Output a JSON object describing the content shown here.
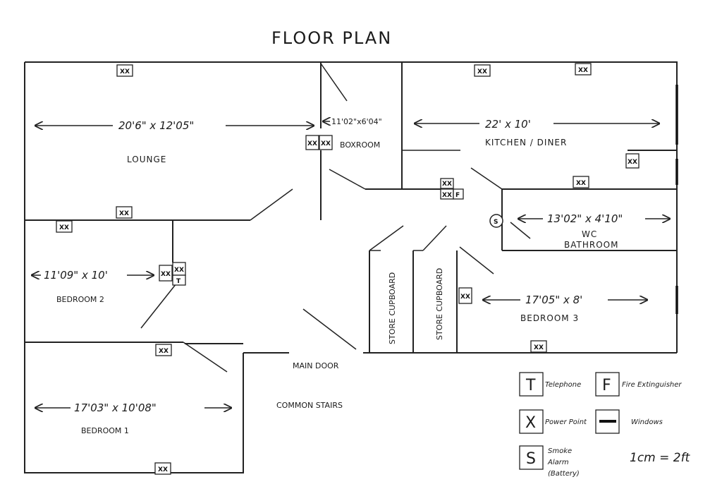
{
  "title": "FLOOR PLAN",
  "rooms": {
    "lounge": {
      "name": "LOUNGE",
      "dims": "20'6\" x 12'05\""
    },
    "boxroom": {
      "name": "BOXROOM",
      "dims": "11'02\"x6'04\""
    },
    "kitchen": {
      "name": "KITCHEN / DINER",
      "dims": "22' x 10'"
    },
    "wc": {
      "name": "WC",
      "name2": "BATHROOM",
      "dims": "13'02\" x 4'10\""
    },
    "bedroom2": {
      "name": "BEDROOM 2",
      "dims": "11'09\" x 10'"
    },
    "bedroom3": {
      "name": "BEDROOM 3",
      "dims": "17'05\" x 8'"
    },
    "bedroom1": {
      "name": "BEDROOM 1",
      "dims": "17'03\" x 10'08\""
    },
    "store1": {
      "name": "STORE CUPBOARD"
    },
    "store2": {
      "name": "STORE CUPBOARD"
    },
    "main_door": "MAIN DOOR",
    "common_stairs": "COMMON STAIRS"
  },
  "symbols": {
    "power_point": "XX",
    "telephone": "T",
    "fire_extinguisher": "F",
    "smoke_alarm": "S"
  },
  "legend": [
    {
      "symbol": "T",
      "label": "Telephone"
    },
    {
      "symbol": "F",
      "label": "Fire Extinguisher"
    },
    {
      "symbol": "X",
      "label": "Power Point"
    },
    {
      "symbol": "window",
      "label": "Windows"
    },
    {
      "symbol": "S",
      "label": "Smoke",
      "label2": "Alarm",
      "label3": "(Battery)"
    }
  ],
  "scale": "1cm = 2ft"
}
